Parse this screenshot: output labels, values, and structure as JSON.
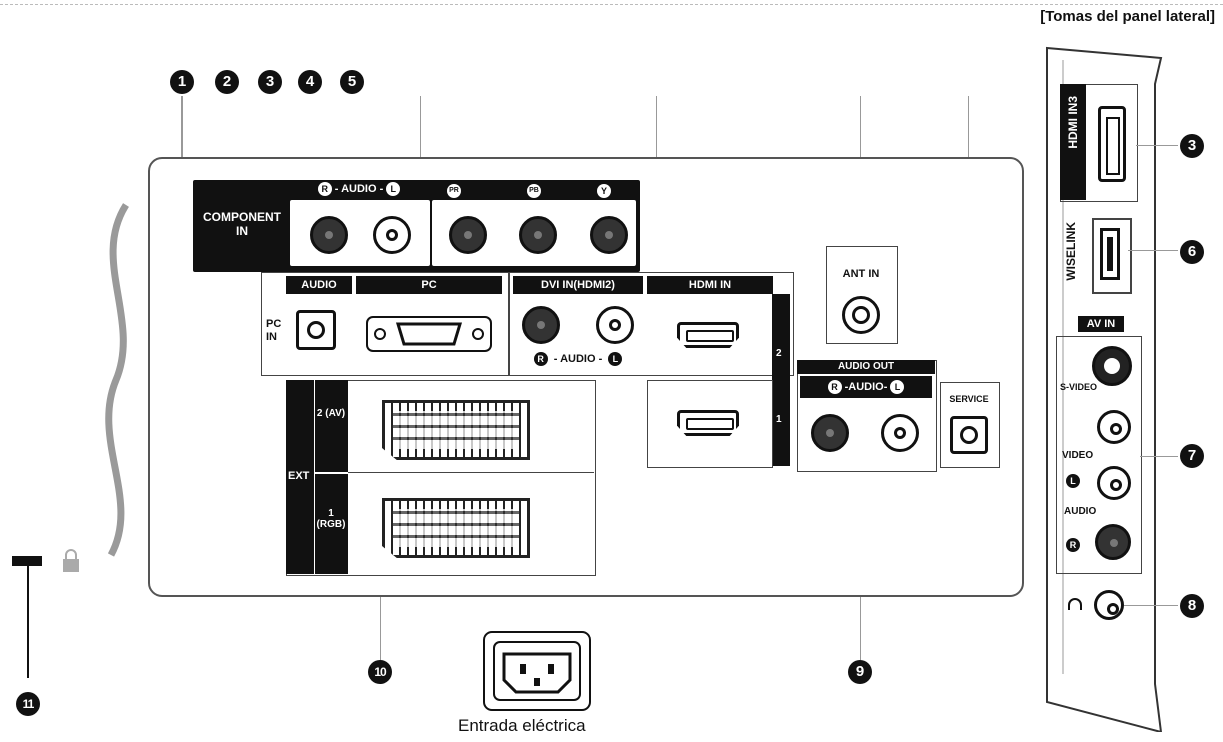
{
  "header": {
    "title": "[Tomas del panel lateral]"
  },
  "callouts": {
    "n1": "1",
    "n2": "2",
    "n3": "3",
    "n4": "4",
    "n5": "5",
    "n6": "6",
    "n7": "7",
    "n8": "8",
    "n9": "9",
    "n10": "10",
    "n11": "11",
    "n3b": "3"
  },
  "component": {
    "label": "COMPONENT IN",
    "audio": "AUDIO",
    "r": "R",
    "l": "L",
    "pr": "PR",
    "pb": "PB",
    "y": "Y"
  },
  "pc": {
    "audio": "AUDIO",
    "pc": "PC",
    "pc_in": "PC IN"
  },
  "dvi": {
    "title": "DVI IN(HDMI2)",
    "audio": "AUDIO",
    "r": "R",
    "l": "L"
  },
  "hdmi": {
    "title": "HDMI IN",
    "port2": "2",
    "port1": "1"
  },
  "ant": {
    "label": "ANT IN"
  },
  "audio_out": {
    "title": "AUDIO OUT",
    "audio": "AUDIO",
    "r": "R",
    "l": "L"
  },
  "service": {
    "label": "SERVICE"
  },
  "ext": {
    "label": "EXT",
    "av2": "2 (AV)",
    "rgb1": "1 (RGB)"
  },
  "side_panel": {
    "hdmi3": "HDMI IN3",
    "wiselink": "WISELINK",
    "av_in": "AV IN",
    "svideo": "S-VIDEO",
    "video": "VIDEO",
    "audio": "AUDIO",
    "l": "L",
    "r": "R"
  },
  "power": {
    "caption": "Entrada eléctrica"
  }
}
